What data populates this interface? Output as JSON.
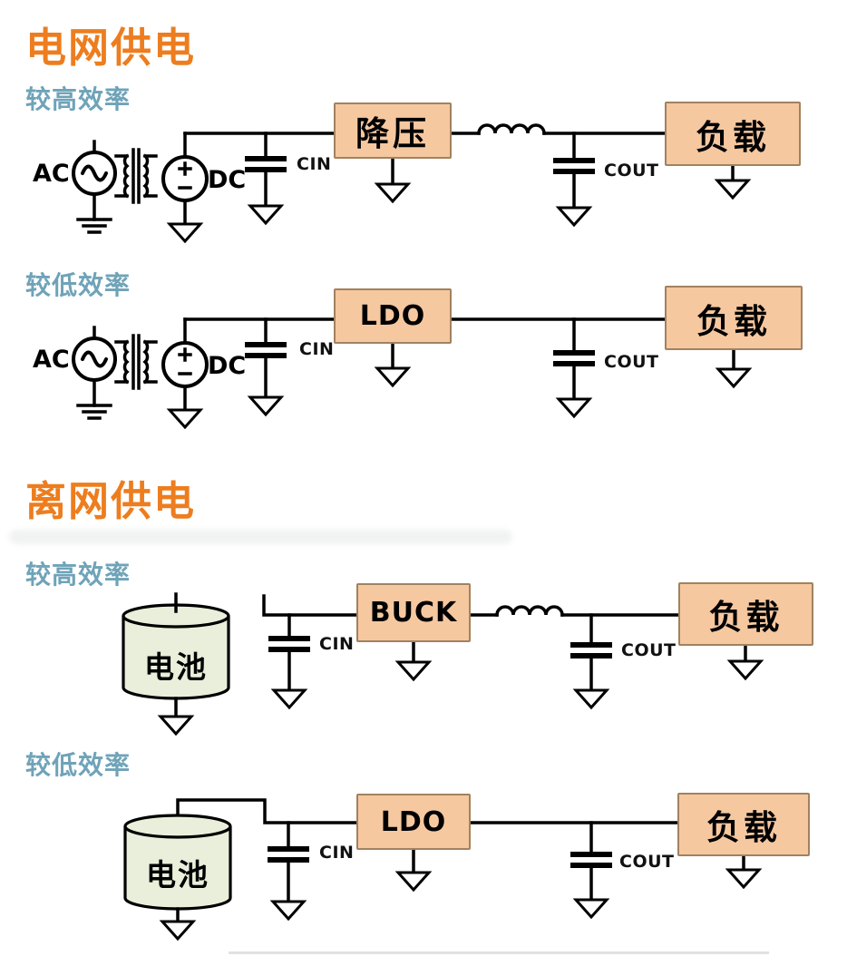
{
  "colors": {
    "background": "#FFFFFF",
    "heading_orange": "#ED7D1E",
    "subheading_teal": "#6FA3B8",
    "block_fill": "#F6C8A0",
    "block_border": "#A1825F",
    "battery_fill": "#EAEFDB",
    "line": "#000000"
  },
  "sections": [
    {
      "title": "电网供电",
      "circuits": [
        {
          "label": "较高效率",
          "ac_label": "AC",
          "dc_label": "DC",
          "cin_label": "CIN",
          "converter_label": "降压",
          "cout_label": "COUT",
          "load_label": "负载"
        },
        {
          "label": "较低效率",
          "ac_label": "AC",
          "dc_label": "DC",
          "cin_label": "CIN",
          "converter_label": "LDO",
          "cout_label": "COUT",
          "load_label": "负载"
        }
      ]
    },
    {
      "title": "离网供电",
      "circuits": [
        {
          "label": "较高效率",
          "battery_label": "电池",
          "cin_label": "CIN",
          "converter_label": "BUCK",
          "cout_label": "COUT",
          "load_label": "负载"
        },
        {
          "label": "较低效率",
          "battery_label": "电池",
          "cin_label": "CIN",
          "converter_label": "LDO",
          "cout_label": "COUT",
          "load_label": "负载"
        }
      ]
    }
  ]
}
